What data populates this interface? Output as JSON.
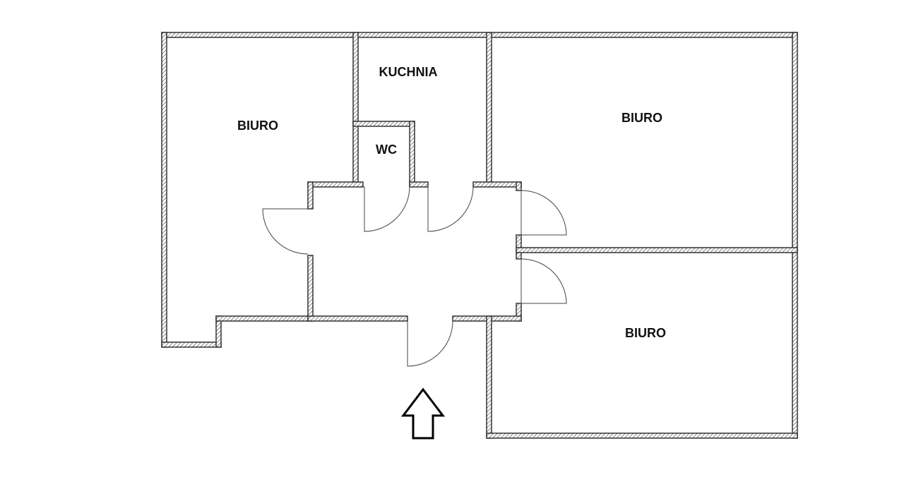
{
  "floor_plan": {
    "rooms": [
      {
        "id": "office-left",
        "label": "BIURO"
      },
      {
        "id": "kitchen",
        "label": "KUCHNIA"
      },
      {
        "id": "wc",
        "label": "WC"
      },
      {
        "id": "office-top-right",
        "label": "BIURO"
      },
      {
        "id": "office-bottom-right",
        "label": "BIURO"
      }
    ],
    "doors_count": 6,
    "entrance_arrow": "up-arrow-icon"
  },
  "colors": {
    "wall_stroke": "#333333",
    "hatch": "#555555",
    "background": "#ffffff"
  }
}
